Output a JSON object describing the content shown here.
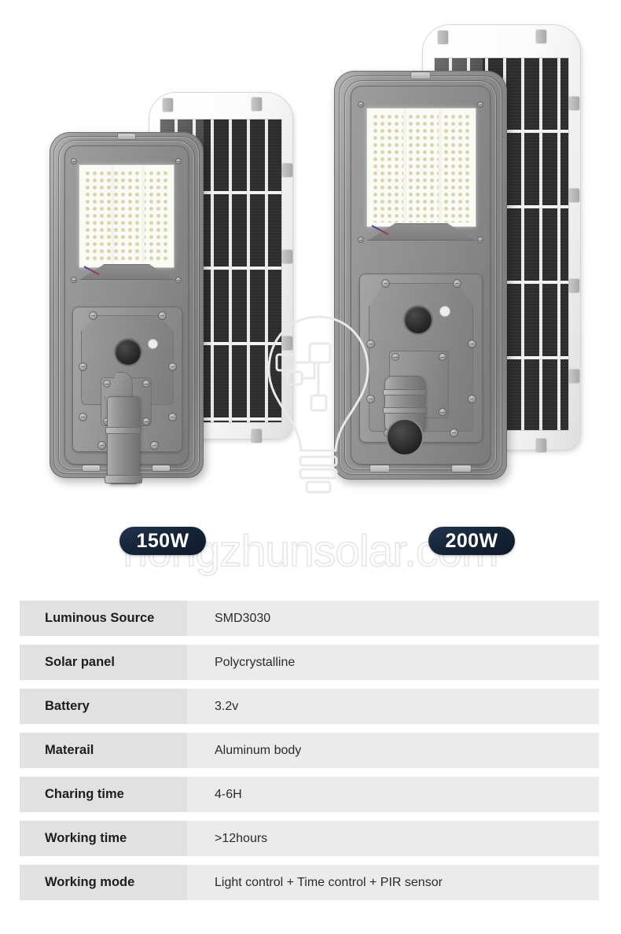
{
  "page": {
    "background_color": "#ffffff",
    "watermark_text": "hongzhunsolar.com",
    "watermark_icon": "light-bulb-circuit-icon"
  },
  "hero": {
    "products": [
      {
        "name": "solar-street-light-150w",
        "badge_label": "150W",
        "body_color": "#8e8e8e",
        "panel_frame_color": "#ffffff",
        "panel_cell_color": "#272727",
        "parts": {
          "led_module": "led-panel",
          "sensor": "pir-sensor",
          "light_sensor": "photocell",
          "mount": "pole-bracket-arm",
          "solar_panel": "polycrystalline-panel"
        }
      },
      {
        "name": "solar-street-light-200w",
        "badge_label": "200W",
        "body_color": "#8e8e8e",
        "panel_frame_color": "#ffffff",
        "panel_cell_color": "#272727",
        "parts": {
          "led_module": "led-panel",
          "sensor": "pir-sensor",
          "light_sensor": "photocell",
          "mount": "pole-bracket-arm",
          "solar_panel": "polycrystalline-panel"
        }
      }
    ],
    "badge_bg_color": "#15243a",
    "badge_text_color": "#ffffff"
  },
  "spec_table": {
    "label_bg_color": "#e1e1e1",
    "value_bg_color": "#ebebeb",
    "rows": [
      {
        "label": "Luminous Source",
        "value": "SMD3030"
      },
      {
        "label": "Solar panel",
        "value": "Polycrystalline"
      },
      {
        "label": "Battery",
        "value": "3.2v"
      },
      {
        "label": "Materail",
        "value": "Aluminum body"
      },
      {
        "label": "Charing time",
        "value": "4-6H"
      },
      {
        "label": "Working time",
        "value": ">12hours"
      },
      {
        "label": "Working mode",
        "value": "Light control + Time control + PIR sensor"
      }
    ]
  }
}
